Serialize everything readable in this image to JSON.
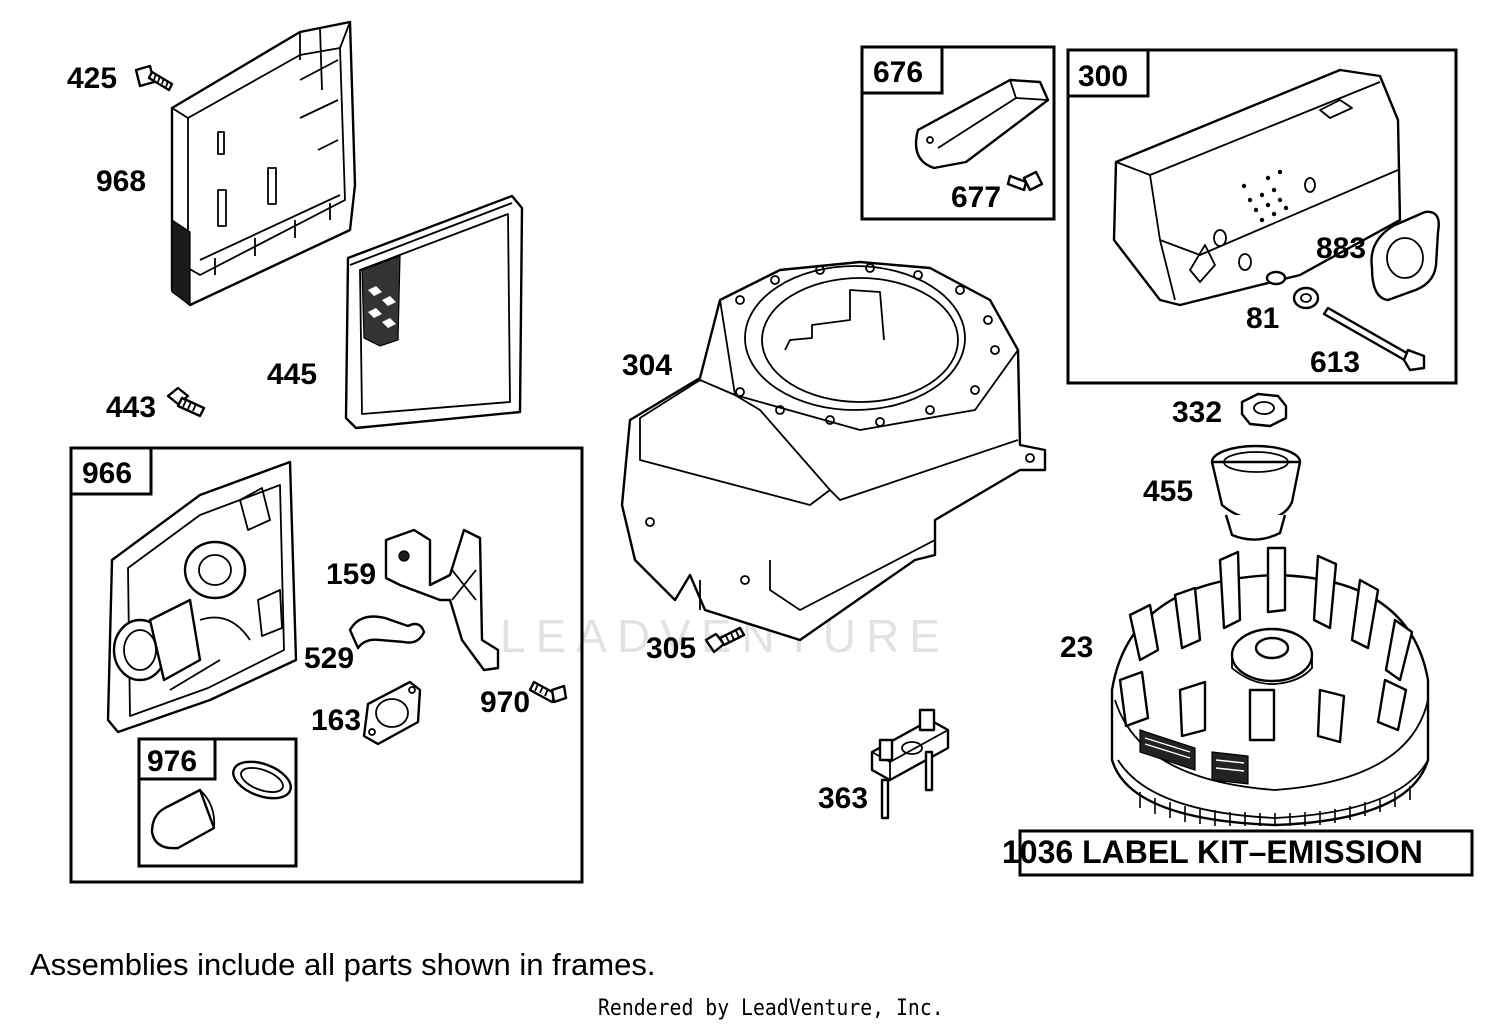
{
  "watermark": {
    "text": "LEADVENTURE"
  },
  "frames": {
    "f966": "966",
    "f976": "976",
    "f676": "676",
    "f300": "300"
  },
  "callouts": {
    "c425": "425",
    "c968": "968",
    "c445": "445",
    "c443": "443",
    "c159": "159",
    "c529": "529",
    "c163": "163",
    "c970": "970",
    "c304": "304",
    "c305": "305",
    "c363": "363",
    "c677": "677",
    "c883": "883",
    "c81": "81",
    "c613": "613",
    "c332": "332",
    "c455": "455",
    "c23": "23"
  },
  "label_kit": "1036 LABEL KIT–EMISSION",
  "note": "Assemblies include all parts shown in frames.",
  "rendered_by": "Rendered by LeadVenture, Inc."
}
